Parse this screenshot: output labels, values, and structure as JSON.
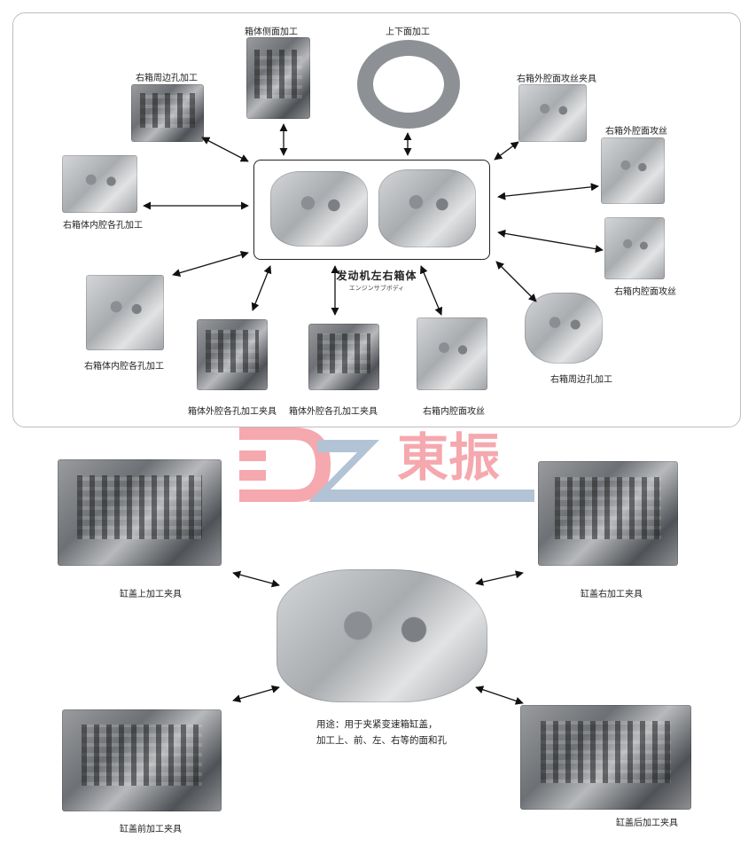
{
  "top_section": {
    "center": {
      "title": "发动机左右箱体",
      "subtitle": "エンジンサブボディ"
    },
    "fixtures": [
      {
        "label": "箱体侧面加工"
      },
      {
        "label": "上下面加工"
      },
      {
        "label": "右箱周边孔加工"
      },
      {
        "label": "右箱外腔面攻丝夹具"
      },
      {
        "label": "右箱外腔面攻丝"
      },
      {
        "label": "右箱体内腔各孔加工"
      },
      {
        "label": "右箱内腔面攻丝"
      },
      {
        "label": "右箱体内腔各孔加工"
      },
      {
        "label": "箱体外腔各孔加工夹具"
      },
      {
        "label": "箱体外腔各孔加工夹具"
      },
      {
        "label": "右箱内腔面攻丝"
      },
      {
        "label": "右箱周边孔加工"
      }
    ]
  },
  "logo": {
    "text": "DZ 東振",
    "colors": {
      "red": "#ef6f7a",
      "blue": "#7f9cbc"
    }
  },
  "bottom_section": {
    "fixtures": [
      {
        "label": "缸盖上加工夹具"
      },
      {
        "label": "缸盖右加工夹具"
      },
      {
        "label": "缸盖前加工夹具"
      },
      {
        "label": "缸盖后加工夹具"
      }
    ],
    "usage": {
      "line1": "用途：用于夹紧变速箱缸盖，",
      "line2": "加工上、前、左、右等的面和孔"
    }
  }
}
